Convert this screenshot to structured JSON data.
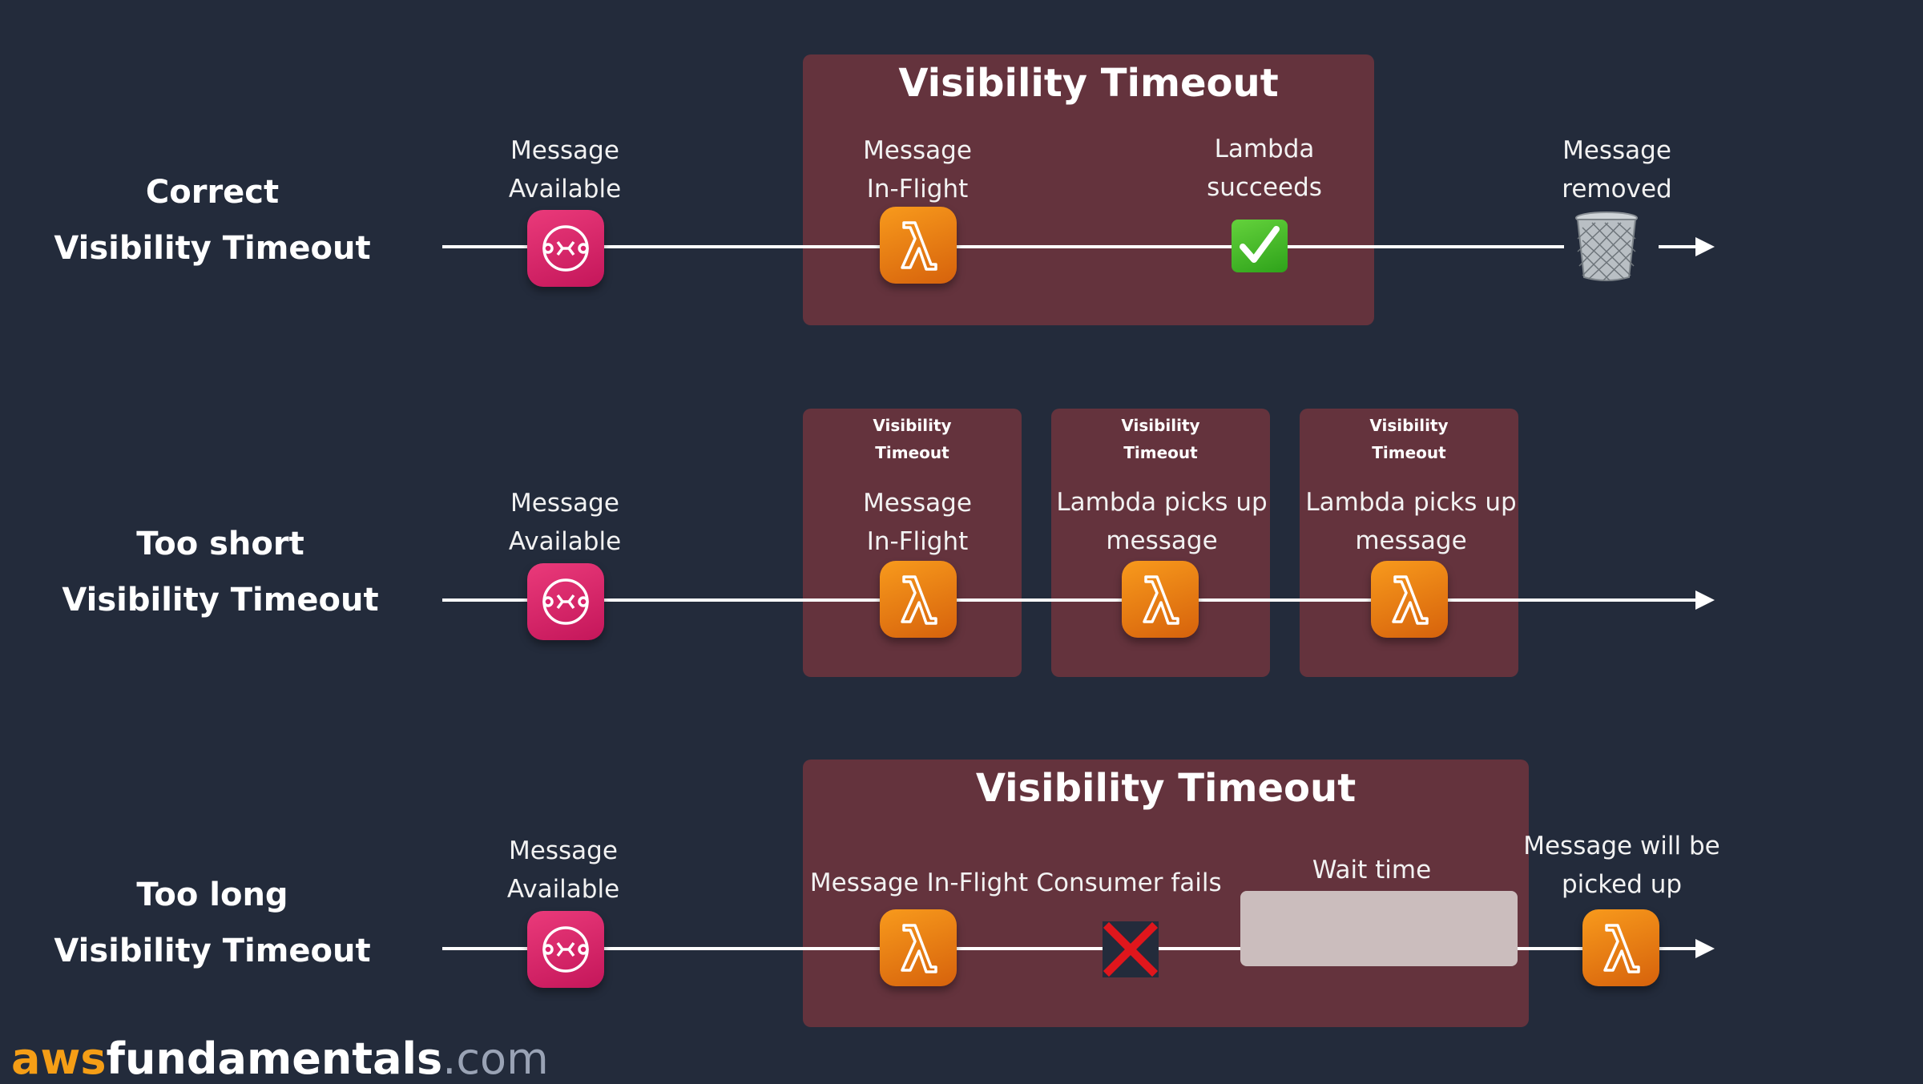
{
  "rows": [
    {
      "title_line1": "Correct",
      "title_line2": "Visibility Timeout",
      "msg_available": [
        "Message",
        "Available"
      ],
      "vt_title": "Visibility Timeout",
      "in_flight": [
        "Message",
        "In-Flight"
      ],
      "lambda_succeeds": [
        "Lambda",
        "succeeds"
      ],
      "removed": [
        "Message",
        "removed"
      ]
    },
    {
      "title_line1": "Too short",
      "title_line2": "Visibility Timeout",
      "msg_available": [
        "Message",
        "Available"
      ],
      "boxes": [
        {
          "title": [
            "Visibility",
            "Timeout"
          ],
          "label": [
            "Message",
            "In-Flight"
          ]
        },
        {
          "title": [
            "Visibility",
            "Timeout"
          ],
          "label": [
            "Lambda picks up",
            "message"
          ]
        },
        {
          "title": [
            "Visibility",
            "Timeout"
          ],
          "label": [
            "Lambda picks up",
            "message"
          ]
        }
      ]
    },
    {
      "title_line1": "Too long",
      "title_line2": "Visibility Timeout",
      "msg_available": [
        "Message",
        "Available"
      ],
      "vt_title": "Visibility Timeout",
      "in_flight": "Message In-Flight",
      "consumer_fails": "Consumer fails",
      "wait_time": "Wait time",
      "picked_up": [
        "Message will be",
        "picked up"
      ]
    }
  ],
  "brand": {
    "prefix": "aws",
    "main": "fundamentals",
    "suffix": ".com"
  },
  "colors": {
    "background": "#232b3b",
    "vt_box": "#64333d",
    "sqs": "#e7337a",
    "lambda": "#f58a1f",
    "brand_prefix": "#f59e16",
    "brand_suffix": "#9aa3b5"
  },
  "icons": [
    "sqs-icon",
    "lambda-icon",
    "checkmark-icon",
    "trash-can-icon",
    "red-x-icon"
  ]
}
